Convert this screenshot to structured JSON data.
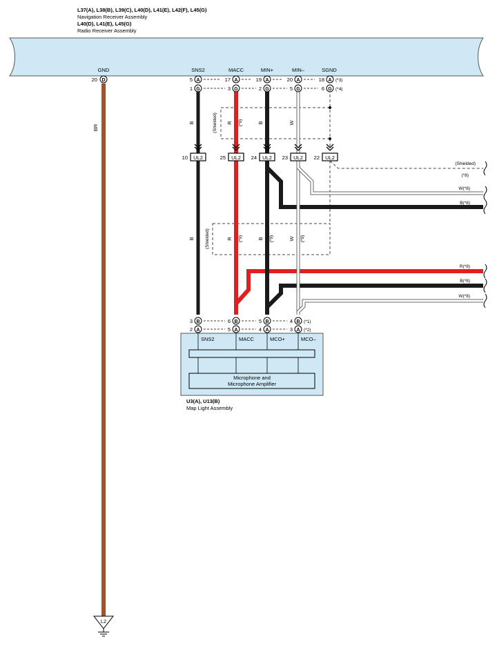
{
  "header": {
    "navi_codes": "L37(A), L38(B), L39(C), L40(D), L41(E), L42(F), L45(G)",
    "navi_name": "Navigation Receiver Assembly",
    "radio_codes": "L40(D), L41(E), L45(G)",
    "radio_name": "Radio Receiver Assembly"
  },
  "receiver_terminals": {
    "gnd": "GND",
    "sns2": "SNS2",
    "macc": "MACC",
    "min_plus": "MIN+",
    "min_minus": "MIN–",
    "sgnd": "SGND"
  },
  "receiver_pins": {
    "gnd_pin": "20",
    "gnd_conn": "D",
    "row_a": {
      "sns2": "5",
      "macc": "17",
      "min_plus": "19",
      "min_minus": "20",
      "sgnd": "18",
      "conn": "A",
      "note": "(*3)"
    },
    "row_g": {
      "sns2": "1",
      "macc": "3",
      "min_plus": "2",
      "min_minus": "5",
      "sgnd": "6",
      "conn": "G",
      "note": "(*4)"
    }
  },
  "wire_colors": {
    "gnd": "BR",
    "sns2": "B",
    "macc": "R",
    "min_plus": "B",
    "min_minus": "W",
    "palette": {
      "BR": "#a0522d",
      "B": "#1a1a1a",
      "R": "#e02020",
      "W": "#ffffff",
      "receiver_fill": "#cfe8f5",
      "box_stroke": "#555555"
    }
  },
  "upper_shield": {
    "label": "(Shielded)",
    "note": "(*9)"
  },
  "lower_shield": {
    "label": "(Shielded)",
    "note": "(*9)"
  },
  "junction": {
    "name": "UL2",
    "pins": {
      "sns2": "10",
      "macc": "25",
      "min_plus": "24",
      "min_minus": "23",
      "sgnd": "22"
    }
  },
  "branches": {
    "shielded_label": "(Shielded)",
    "shielded_note": "(*8)",
    "w_top": "W(*8)",
    "b_top": "B(*8)",
    "r_mid": "R(*8)",
    "b_mid": "B(*8)",
    "w_bot": "W(*8)"
  },
  "map_light_pins": {
    "row_b": {
      "sns2": "3",
      "macc": "6",
      "mco_plus": "5",
      "mco_minus": "4",
      "conn": "B",
      "note": "(*1)"
    },
    "row_a": {
      "sns2": "2",
      "macc": "5",
      "mco_plus": "4",
      "mco_minus": "3",
      "conn": "A",
      "note": "(*2)"
    }
  },
  "map_light": {
    "terminals": {
      "sns2": "SNS2",
      "macc": "MACC",
      "mco_plus": "MCO+",
      "mco_minus": "MCO–"
    },
    "amp_line1": "Microphone and",
    "amp_line2": "Microphone Amplifier",
    "codes": "U3(A), U13(B)",
    "name": "Map Light Assembly"
  },
  "ground": {
    "label": "L2"
  }
}
